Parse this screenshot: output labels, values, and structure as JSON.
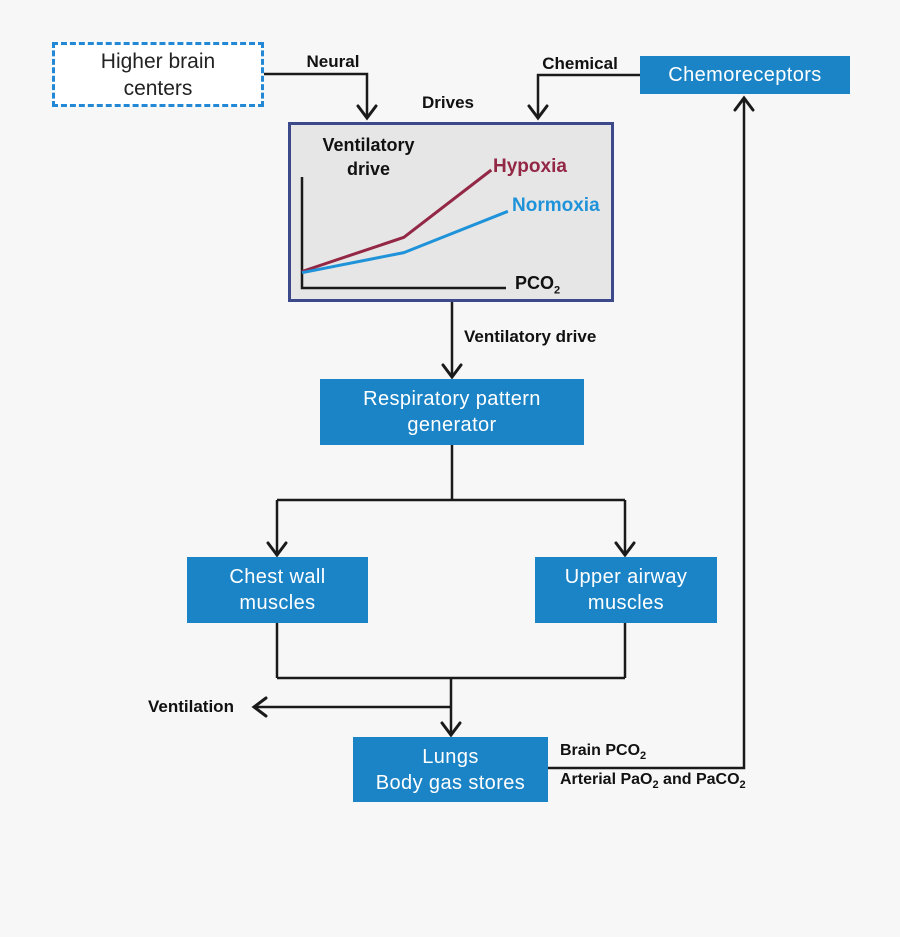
{
  "colors": {
    "box_blue": "#1b84c6",
    "dashed_border_blue": "#2389d6",
    "chart_border_navy": "#3c4a8b",
    "chart_bg": "#e7e6e6",
    "line_black": "#1a1a1a",
    "hypoxia_red": "#932746",
    "normoxia_blue": "#1f93d9"
  },
  "nodes": {
    "higher_brain_centers": {
      "line1": "Higher brain",
      "line2": "centers"
    },
    "chemoreceptors": {
      "label": "Chemoreceptors"
    },
    "respiratory_pattern_generator": {
      "line1": "Respiratory pattern",
      "line2": "generator"
    },
    "chest_wall_muscles": {
      "line1": "Chest wall",
      "line2": "muscles"
    },
    "upper_airway_muscles": {
      "line1": "Upper airway",
      "line2": "muscles"
    },
    "lungs": {
      "line1": "Lungs",
      "line2": "Body gas stores"
    }
  },
  "edge_labels": {
    "neural": "Neural",
    "chemical": "Chemical",
    "drives": "Drives",
    "ventilatory_drive": "Ventilatory drive",
    "ventilation": "Ventilation",
    "brain_pco2": {
      "p1": "Brain PCO",
      "s1": "2"
    },
    "arterial": {
      "p1": "Arterial PaO",
      "s1": "2",
      "p2": " and PaCO",
      "s2": "2"
    }
  },
  "chart_data": {
    "type": "line",
    "title": "",
    "ylabel": "Ventilatory drive",
    "ylabel_lines": {
      "l1": "Ventilatory",
      "l2": "drive"
    },
    "xlabel": "PCO2",
    "xlabel_parts": {
      "p1": "PCO",
      "s1": "2"
    },
    "axes": "conceptual sketch, no tick labels, no gridlines",
    "xlim": [
      0,
      100
    ],
    "ylim": [
      0,
      100
    ],
    "legend_position": "labels at line ends",
    "series": [
      {
        "name": "Hypoxia",
        "color": "#932746",
        "points": [
          [
            0,
            14
          ],
          [
            49,
            43
          ],
          [
            91,
            100
          ]
        ]
      },
      {
        "name": "Normoxia",
        "color": "#1f93d9",
        "points": [
          [
            0,
            13
          ],
          [
            49,
            30
          ],
          [
            99,
            65
          ]
        ]
      }
    ]
  }
}
